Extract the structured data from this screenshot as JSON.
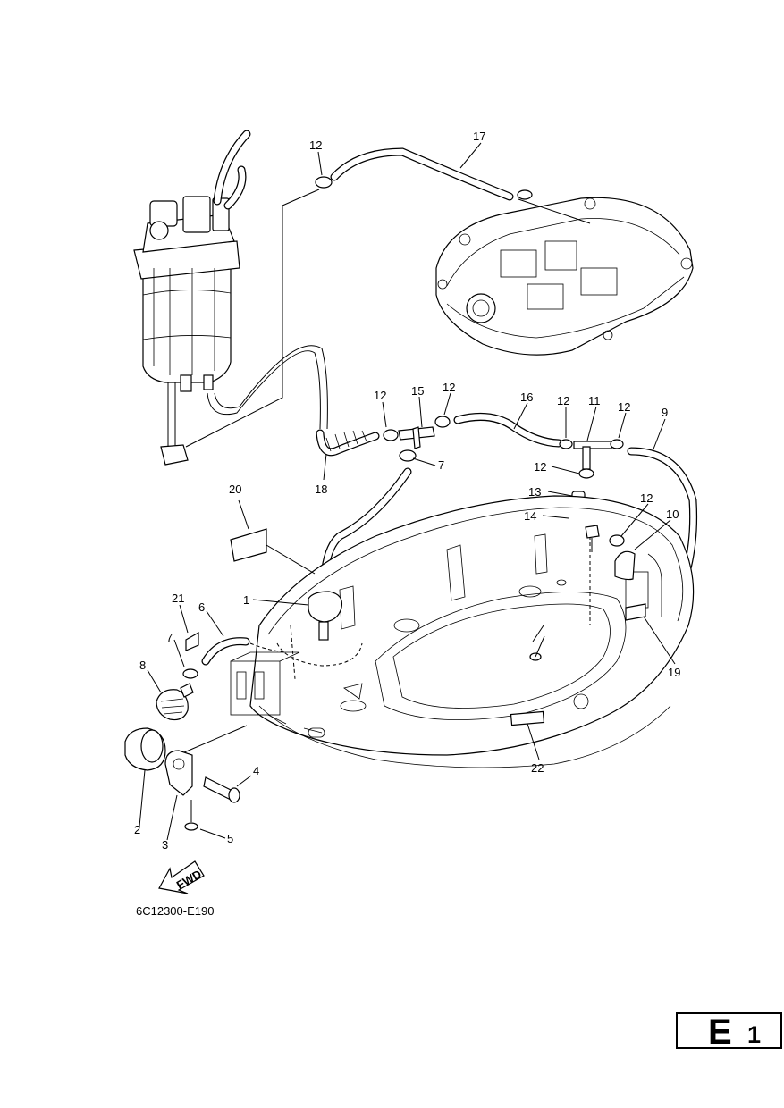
{
  "callouts": [
    {
      "id": "1",
      "label": "1"
    },
    {
      "id": "2",
      "label": "2"
    },
    {
      "id": "3",
      "label": "3"
    },
    {
      "id": "4",
      "label": "4"
    },
    {
      "id": "5",
      "label": "5"
    },
    {
      "id": "6",
      "label": "6"
    },
    {
      "id": "7a",
      "label": "7"
    },
    {
      "id": "7b",
      "label": "7"
    },
    {
      "id": "8",
      "label": "8"
    },
    {
      "id": "9",
      "label": "9"
    },
    {
      "id": "10",
      "label": "10"
    },
    {
      "id": "11",
      "label": "11"
    },
    {
      "id": "12a",
      "label": "12"
    },
    {
      "id": "12b",
      "label": "12"
    },
    {
      "id": "12c",
      "label": "12"
    },
    {
      "id": "12d",
      "label": "12"
    },
    {
      "id": "12e",
      "label": "12"
    },
    {
      "id": "12f",
      "label": "12"
    },
    {
      "id": "12g",
      "label": "12"
    },
    {
      "id": "13",
      "label": "13"
    },
    {
      "id": "14",
      "label": "14"
    },
    {
      "id": "15",
      "label": "15"
    },
    {
      "id": "16",
      "label": "16"
    },
    {
      "id": "17",
      "label": "17"
    },
    {
      "id": "18",
      "label": "18"
    },
    {
      "id": "19",
      "label": "19"
    },
    {
      "id": "20",
      "label": "20"
    },
    {
      "id": "21",
      "label": "21"
    },
    {
      "id": "22",
      "label": "22"
    }
  ],
  "fwd_label": "FWD",
  "drawing_code": "6C12300-E190",
  "page_tag": {
    "letter": "E",
    "number": "1"
  }
}
